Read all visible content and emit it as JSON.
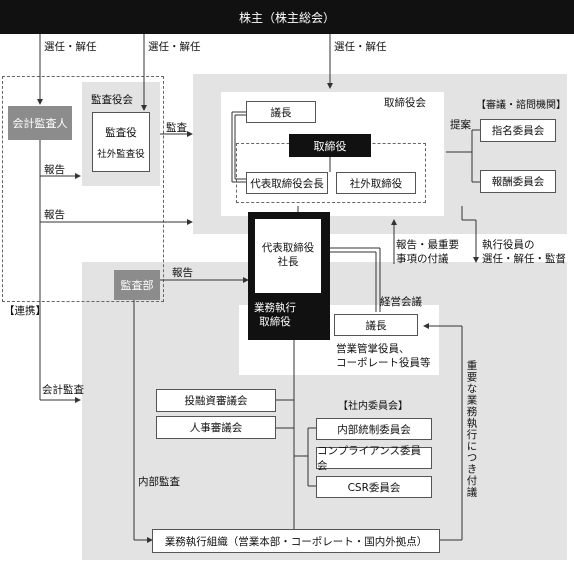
{
  "shareholders": "株主（株主総会）",
  "elect_dismiss": "選任・解任",
  "auditor_external": "会計監査人",
  "audit_board": "監査役会",
  "auditor": "監査役",
  "outside_auditor": "社外監査役",
  "audit": "監査",
  "report": "報告",
  "board": "取締役会",
  "chairman": "議長",
  "director": "取締役",
  "rep_director_chair": "代表取締役会長",
  "outside_director": "社外取締役",
  "advisory_header": "【審議・諮問機関】",
  "proposal": "提案",
  "nomination_committee": "指名委員会",
  "compensation_committee": "報酬委員会",
  "president": "代表取締役\n社長",
  "exec_director": "業務執行\n取締役",
  "report_important": "報告・最重要\n事項の付議",
  "exec_officer_action": "執行役員の\n選任・解任・監督",
  "management_meeting": "経営会議",
  "mm_chairman": "議長",
  "mm_members": "営業管掌役員、\nコーポレート役員等",
  "audit_dept": "監査部",
  "coordination": "【連携】",
  "accounting_audit": "会計監査",
  "investment_council": "投融資審議会",
  "personnel_council": "人事審議会",
  "internal_committees_header": "【社内委員会】",
  "internal_control_committee": "内部統制委員会",
  "compliance_committee": "コンプライアンス委員会",
  "csr_committee": "CSR委員会",
  "internal_audit": "内部監査",
  "important_matters": "重要な業務執行につき付議",
  "business_org": "業務執行組織（営業本部・コーポレート・国内外拠点）"
}
